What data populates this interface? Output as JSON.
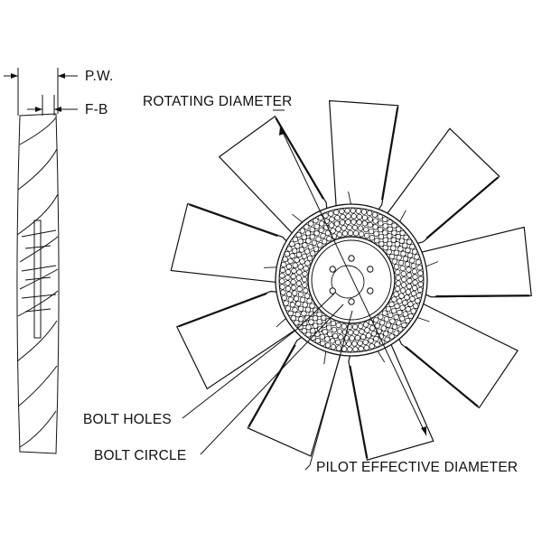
{
  "labels": {
    "pw": "P.W.",
    "fb": "F-B",
    "rotating_diameter": "ROTATING DIAMETER",
    "bolt_holes": "BOLT HOLES",
    "bolt_circle": "BOLT CIRCLE",
    "pilot_effective_diameter": "PILOT EFFECTIVE DIAMETER"
  },
  "fan": {
    "blade_count": 9,
    "bolt_hole_count": 6
  }
}
